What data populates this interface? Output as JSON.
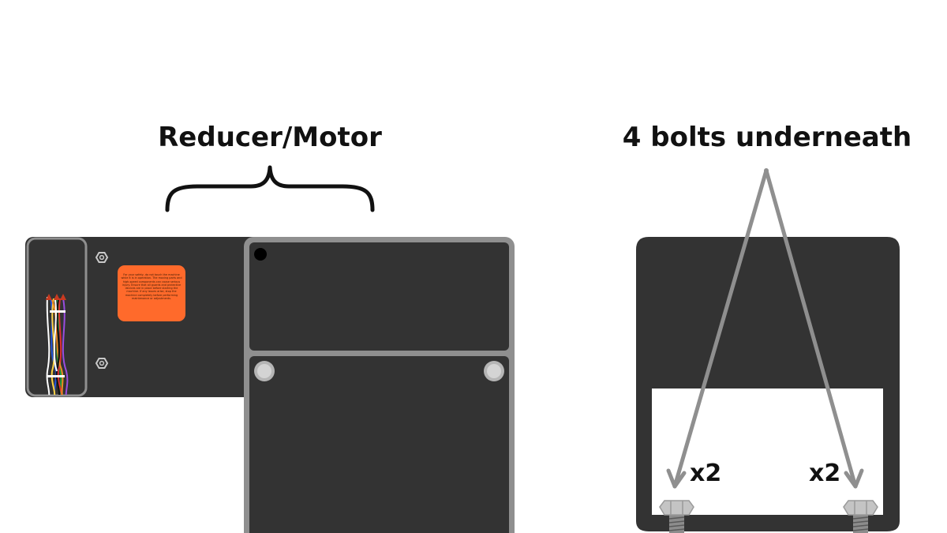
{
  "labels": {
    "reducer_motor": "Reducer/Motor",
    "bolts_underneath": "4 bolts underneath",
    "bolt_count_left": "x2",
    "bolt_count_right": "x2"
  },
  "warning_label": {
    "text": "For your safety, do not touch the machine while it is in operation. The moving parts and high-speed components can cause serious injury. Ensure that all guards and protective devices are in place before starting the machine. If any issues arise, stop the machine completely before performing maintenance or adjustments."
  },
  "colors": {
    "housing": "#333333",
    "frame": "#8f8f8f",
    "warning_label": "#ff6a2b",
    "arrow": "#8f8f8f",
    "text": "#111111"
  },
  "icons": {
    "brace": "curly-brace-icon",
    "nut": "hex-nut-icon",
    "bolt": "hex-bolt-icon",
    "arrow": "arrow-down-icon"
  }
}
